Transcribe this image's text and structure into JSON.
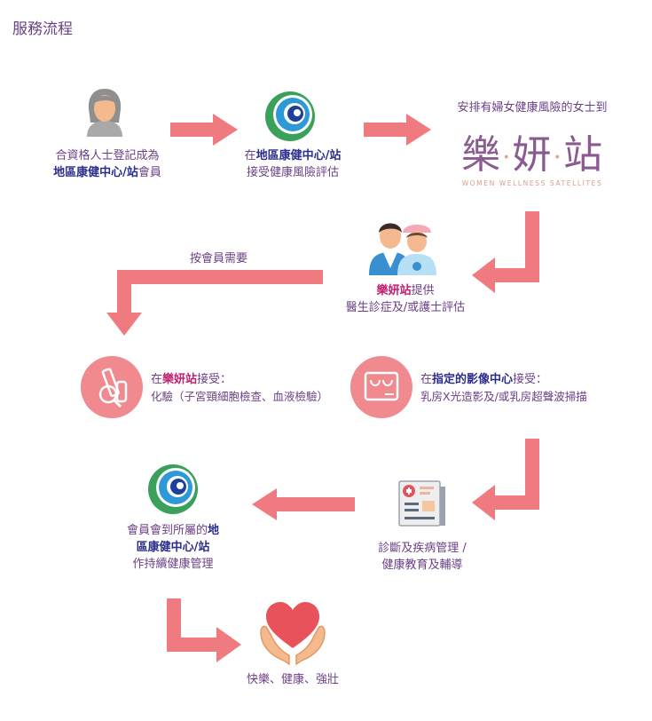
{
  "page": {
    "title": "服務流程"
  },
  "brand": {
    "name_part1": "樂",
    "name_part2": "妍",
    "name_part3": "站",
    "name_sep": "·",
    "english": "WOMEN WELLNESS SATELLITES"
  },
  "steps": {
    "s1": {
      "line1": "合資格人士登記成為",
      "line2_bold": "地區康健中心/站",
      "line2_rest": "會員"
    },
    "s2": {
      "line1_pre": "在",
      "line1_bold": "地區康健中心/站",
      "line2": "接受健康風險評估"
    },
    "s3": {
      "line1": "安排有婦女健康風險的女士到"
    },
    "s4": {
      "line1_bold": "樂妍站",
      "line1_rest": "提供",
      "line2": "醫生診症及/或護士評估"
    },
    "branch_label": "按會員需要",
    "s5": {
      "line1_pre": "在",
      "line1_bold": "樂妍站",
      "line1_rest": "接受：",
      "line2": "化驗（子宮頸細胞檢查、血液檢驗）"
    },
    "s6": {
      "line1_pre": "在",
      "line1_bold": "指定的影像中心",
      "line1_rest": "接受：",
      "line2": "乳房X光造影及/或乳房超聲波掃描"
    },
    "s7": {
      "line1": "診斷及疾病管理 /",
      "line2": "健康教育及輔導"
    },
    "s8": {
      "line1_pre": "會員會到所屬的",
      "line1_bold": "地",
      "line2_bold": "區康健中心/站",
      "line3": "作持續健康管理"
    },
    "s9": {
      "line1": "快樂、健康、強壯"
    }
  },
  "colors": {
    "arrow": "#ef7a7f",
    "icon_circle": "#f08a8f",
    "text": "#6b3f86",
    "highlight_navy": "#2b2d8c",
    "highlight_pink": "#c21d6f"
  }
}
